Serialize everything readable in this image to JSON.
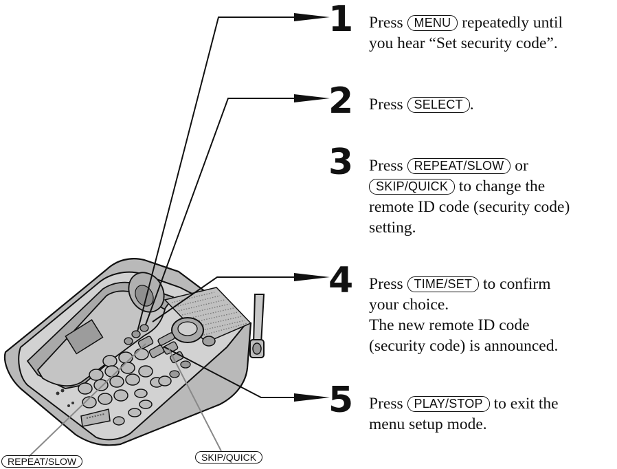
{
  "steps": [
    {
      "number": "1",
      "l1a": "Press ",
      "k1": "MENU",
      "l1b": " repeatedly until",
      "l2": "you hear “Set security code”."
    },
    {
      "number": "2",
      "l1a": "Press ",
      "k1": "SELECT",
      "l1b": "."
    },
    {
      "number": "3",
      "l1a": "Press ",
      "k1": "REPEAT/SLOW",
      "l1b": " or",
      "k2": "SKIP/QUICK",
      "l2b": " to change the",
      "l3": "remote ID code (security code)",
      "l4": "setting."
    },
    {
      "number": "4",
      "l1a": "Press ",
      "k1": "TIME/SET",
      "l1b": " to confirm",
      "l2": "your choice.",
      "l3": "The new remote ID code",
      "l4": "(security code) is announced."
    },
    {
      "number": "5",
      "l1a": "Press ",
      "k1": "PLAY/STOP",
      "l1b": " to exit the",
      "l2": "menu setup mode."
    }
  ],
  "callouts": {
    "left": "REPEAT/SLOW",
    "right": "SKIP/QUICK"
  }
}
